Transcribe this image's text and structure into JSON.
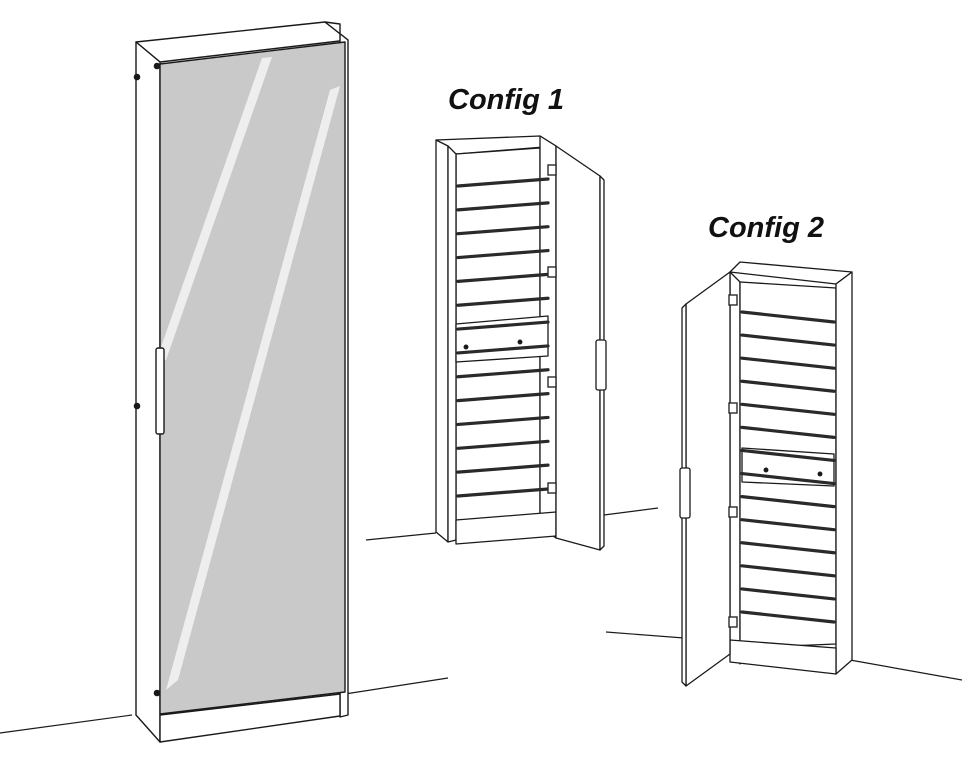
{
  "figure": {
    "labels": {
      "config_1": "Config 1",
      "config_2": "Config 2"
    },
    "cabinets": [
      {
        "id": "mirror-cabinet",
        "door": "closed",
        "door_finish": "mirror"
      },
      {
        "id": "config-1",
        "door": "open",
        "hinge_side": "right",
        "shoe_rails": 14
      },
      {
        "id": "config-2",
        "door": "open",
        "hinge_side": "left",
        "shoe_rails": 14
      }
    ],
    "colors": {
      "line": "#1a1a1a",
      "mirror": "#c9c9c9",
      "mirror_reflection": "#eeeeee",
      "rail": "#2a2a2a",
      "background": "#ffffff"
    }
  }
}
